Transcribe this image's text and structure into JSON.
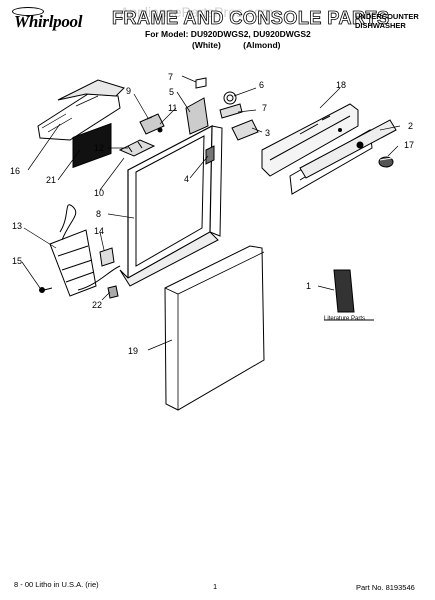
{
  "header": {
    "brand": "Whirlpool",
    "watermark": "AppliancePartsPros.com",
    "title": "FRAME AND CONSOLE PARTS",
    "model_line": "For Model: DU920DWGS2, DU920DWGS2",
    "colors": [
      "(White)",
      "(Almond)"
    ],
    "product_type": [
      "UNDERCOUNTER",
      "DISHWASHER"
    ]
  },
  "callouts": [
    "1",
    "2",
    "3",
    "4",
    "5",
    "6",
    "7",
    "7",
    "8",
    "9",
    "10",
    "11",
    "12",
    "13",
    "14",
    "15",
    "16",
    "17",
    "18",
    "19",
    "21",
    "22"
  ],
  "literature_label": "Literature Parts",
  "footer": {
    "left": "8 - 00 Litho in U.S.A. (rie)",
    "page": "1",
    "part_no": "Part No. 8193546"
  }
}
